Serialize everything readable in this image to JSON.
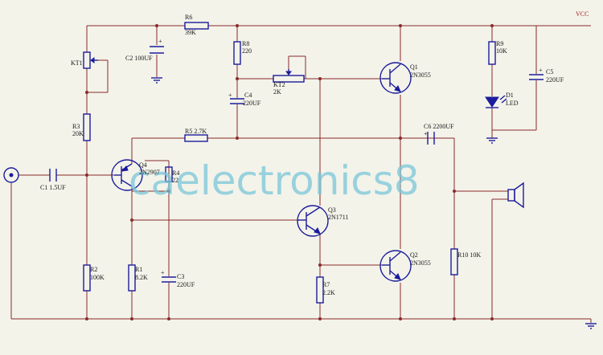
{
  "labels": {
    "vcc": "VCC",
    "r6": "R6",
    "r6_val": "39K",
    "c2": "C2 100UF",
    "kt1": "KT1",
    "r3": "R3",
    "r3_val": "20K",
    "r8": "R8",
    "r8_val": "220",
    "kt2": "KT2",
    "kt2_val": "2K",
    "c4": "C4",
    "c4_val": "220UF",
    "q1": "Q1",
    "q1_val": "2N3055",
    "r9": "R9",
    "r9_val": "10K",
    "d1": "D1",
    "d1_val": "LED",
    "c5": "C5",
    "c5_val": "220UF",
    "r5": "R5 2.7K",
    "c6": "C6 2200UF",
    "q4": "Q4",
    "q4_val": "2N2907",
    "r4": "R4",
    "r4_val": "22",
    "c1": "C1 1.5UF",
    "q3": "Q3",
    "q3_val": "2N1711",
    "r2": "R2",
    "r2_val": "100K",
    "r1": "R1",
    "r1_val": "8.2K",
    "c3": "C3",
    "c3_val": "220UF",
    "q2": "Q2",
    "q2_val": "2N3055",
    "r7": "R7",
    "r7_val": "2.2K",
    "r10": "R10 10K"
  },
  "watermark": "caelectronics8",
  "colors": {
    "wire": "#8b2a2a",
    "part": "#1c1c9c",
    "background": "#f3f3ea",
    "watermark": "#79c6d8",
    "vcc": "#aa2222"
  }
}
